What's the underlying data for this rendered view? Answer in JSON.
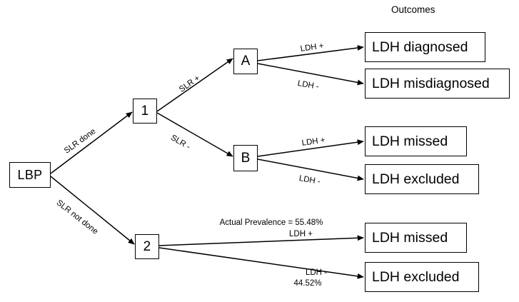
{
  "diagram": {
    "title": "Outcomes",
    "nodes": [
      {
        "id": "lbp",
        "label": "LBP"
      },
      {
        "id": "n1",
        "label": "1"
      },
      {
        "id": "n2",
        "label": "2"
      },
      {
        "id": "a",
        "label": "A"
      },
      {
        "id": "b",
        "label": "B"
      }
    ],
    "outcomes": [
      {
        "id": "ldh-diagnosed",
        "label": "LDH diagnosed"
      },
      {
        "id": "ldh-misdiagnosed",
        "label": "LDH misdiagnosed"
      },
      {
        "id": "ldh-missed-upper",
        "label": "LDH missed"
      },
      {
        "id": "ldh-excluded-upper",
        "label": "LDH excluded"
      },
      {
        "id": "ldh-missed-lower",
        "label": "LDH missed"
      },
      {
        "id": "ldh-excluded-lower",
        "label": "LDH excluded"
      }
    ],
    "edges": [
      {
        "id": "lbp-to-1",
        "label": "SLR done"
      },
      {
        "id": "lbp-to-2",
        "label": "SLR not done"
      },
      {
        "id": "1-to-a",
        "label": "SLR +"
      },
      {
        "id": "1-to-b",
        "label": "SLR -"
      },
      {
        "id": "a-to-diagnosed",
        "label": "LDH +"
      },
      {
        "id": "a-to-misdiagnosed",
        "label": "LDH -"
      },
      {
        "id": "b-to-missed",
        "label": "LDH +"
      },
      {
        "id": "b-to-excluded",
        "label": "LDH -"
      },
      {
        "id": "2-to-missed",
        "label": "LDH +"
      },
      {
        "id": "2-to-excluded-line1",
        "label": "LDH -"
      },
      {
        "id": "2-to-excluded-line2",
        "label": "44.52%"
      }
    ],
    "annotations": [
      {
        "id": "actual-prevalence",
        "label": "Actual Prevalence = 55.48%"
      }
    ],
    "colors": {
      "stroke": "#000000",
      "background": "#ffffff",
      "text": "#000000"
    }
  }
}
